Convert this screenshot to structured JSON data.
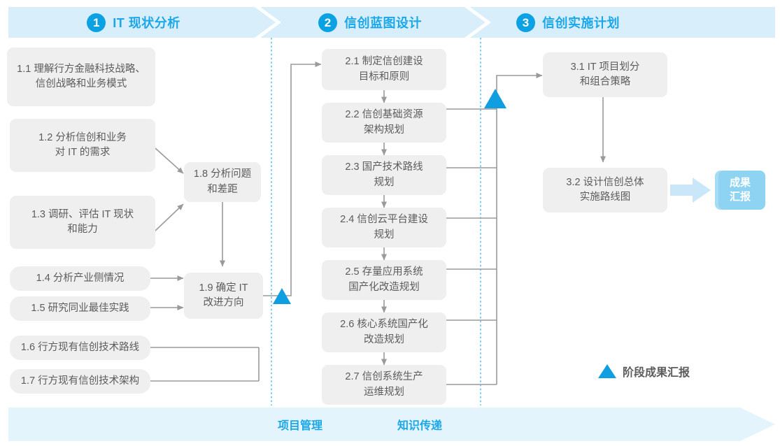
{
  "phases": [
    {
      "num": "1",
      "title": "IT 现状分析"
    },
    {
      "num": "2",
      "title": "信创蓝图设计"
    },
    {
      "num": "3",
      "title": "信创实施计划"
    }
  ],
  "colors": {
    "accent_blue": "#1ba7e8",
    "badge_blue": "#0aa2e3",
    "band_blue": "#d8eefb",
    "bottom_band_blue": "#e3f4fc",
    "box_gray": "#efefef",
    "text_gray": "#5c5c5c",
    "result_badge_blue": "#8ed3f2",
    "connector_gray": "#9a9a9a",
    "milestone_blue": "#0f9fe0",
    "divider_blue": "#3fb6ea"
  },
  "phase1_inputs": [
    {
      "id": "1.1",
      "label": "1.1 理解行方金融科技战略、\n信创战略和业务模式"
    },
    {
      "id": "1.2",
      "label": "1.2 分析信创和业务\n对 IT 的需求"
    },
    {
      "id": "1.3",
      "label": "1.3 调研、评估 IT 现状\n和能力"
    },
    {
      "id": "1.4",
      "label": "1.4 分析产业侧情况"
    },
    {
      "id": "1.5",
      "label": "1.5 研究同业最佳实践"
    },
    {
      "id": "1.6",
      "label": "1.6 行方现有信创技术路线"
    },
    {
      "id": "1.7",
      "label": "1.7 行方现有信创技术架构"
    }
  ],
  "phase1_outputs": [
    {
      "id": "1.8",
      "label": "1.8 分析问题\n和差距"
    },
    {
      "id": "1.9",
      "label": "1.9 确定 IT\n改进方向"
    }
  ],
  "phase2_steps": [
    {
      "id": "2.1",
      "label": "2.1 制定信创建设\n目标和原则"
    },
    {
      "id": "2.2",
      "label": "2.2 信创基础资源\n架构规划"
    },
    {
      "id": "2.3",
      "label": "2.3 国产技术路线\n规划"
    },
    {
      "id": "2.4",
      "label": "2.4 信创云平台建设\n规划"
    },
    {
      "id": "2.5",
      "label": "2.5 存量应用系统\n国产化改造规划"
    },
    {
      "id": "2.6",
      "label": "2.6 核心系统国产化\n改造规划"
    },
    {
      "id": "2.7",
      "label": "2.7 信创系统生产\n运维规划"
    }
  ],
  "phase3_steps": [
    {
      "id": "3.1",
      "label": "3.1 IT 项目划分\n和组合策略"
    },
    {
      "id": "3.2",
      "label": "3.2 设计信创总体\n实施路线图"
    }
  ],
  "result_badge": {
    "label": "成果\n汇报"
  },
  "legend": {
    "label": "阶段成果汇报"
  },
  "bottom_band": {
    "labels": [
      "项目管理",
      "知识传递"
    ]
  }
}
